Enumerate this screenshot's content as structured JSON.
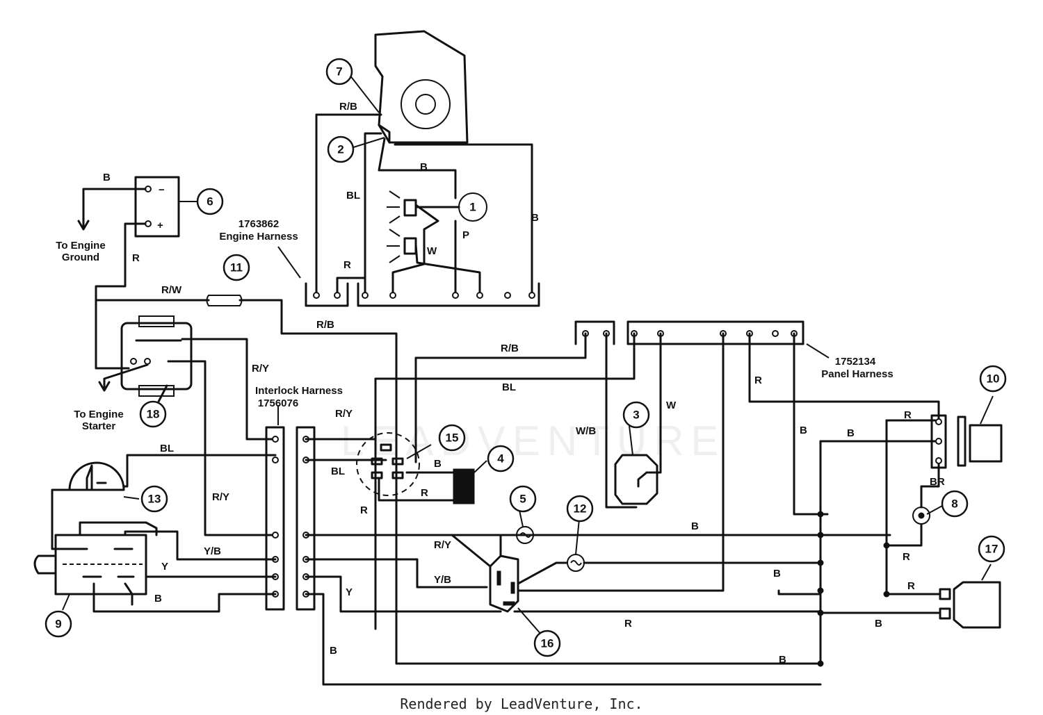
{
  "watermark": "LEADVENTURE",
  "footer": "Rendered by LeadVenture, Inc.",
  "labels": {
    "engine_harness_pn": "1763862",
    "engine_harness": "Engine Harness",
    "panel_harness_pn": "1752134",
    "panel_harness": "Panel Harness",
    "interlock_harness": "Interlock Harness",
    "interlock_harness_pn": "1756076",
    "to_engine_ground_1": "To Engine",
    "to_engine_ground_2": "Ground",
    "to_engine_starter_1": "To Engine",
    "to_engine_starter_2": "Starter",
    "battery_neg": "−",
    "battery_pos": "+"
  },
  "callouts": [
    "1",
    "2",
    "3",
    "4",
    "5",
    "6",
    "7",
    "8",
    "9",
    "10",
    "11",
    "12",
    "13",
    "15",
    "16",
    "17",
    "18"
  ],
  "wire_labels": {
    "rb_engine": "R/B",
    "b_engine": "B",
    "bl_engine": "BL",
    "b_engine_right": "B",
    "p": "P",
    "w_engine": "W",
    "r_engine": "R",
    "b_battery": "B",
    "r_battery": "R",
    "rw": "R/W",
    "rb_top": "R/B",
    "ry_top": "R/Y",
    "rb_panel": "R/B",
    "bl_panel": "BL",
    "r_panel": "R",
    "w_panel": "W",
    "wb": "W/B",
    "b_panel": "B",
    "b_panel2": "B",
    "r_right1": "R",
    "br": "BR",
    "r_right2": "R",
    "r_right3": "R",
    "b_right": "B",
    "bl_13": "BL",
    "ry_mid": "R/Y",
    "ry_interlock": "R/Y",
    "bl_interlock": "BL",
    "b_15": "B",
    "r_4": "R",
    "r_15": "R",
    "yb_9": "Y/B",
    "y_9": "Y",
    "b_9": "B",
    "ry_17": "R/Y",
    "yb_17": "Y/B",
    "y_17": "Y",
    "b_mid": "B",
    "b_mid2": "B",
    "r_bottom": "R",
    "b_bottom": "B",
    "b_bottom2": "B"
  }
}
